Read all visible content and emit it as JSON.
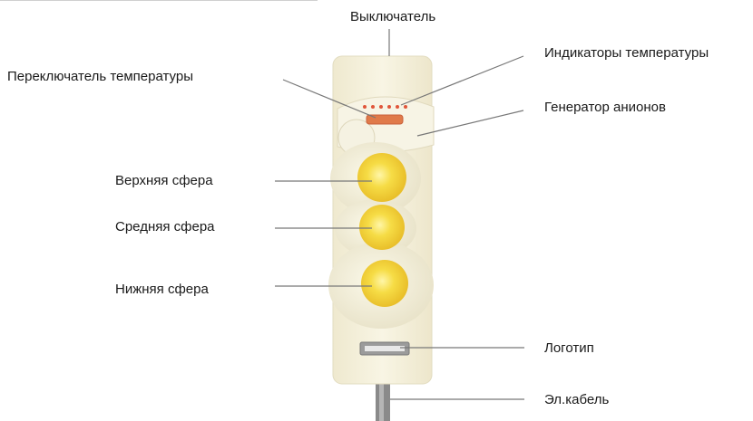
{
  "labels": {
    "switch": "Выключатель",
    "temp_indicators": "Индикаторы температуры",
    "temp_switch": "Переключатель температуры",
    "anion_generator": "Генератор анионов",
    "upper_sphere": "Верхняя сфера",
    "middle_sphere": "Средняя сфера",
    "lower_sphere": "Нижняя сфера",
    "logo": "Логотип",
    "cable": "Эл.кабель"
  },
  "colors": {
    "device_body": "#f4f0dc",
    "sphere_yellow": "#f3d43a",
    "indicator_red": "#e0553a",
    "switch_orange": "#e07a4a",
    "leader_line": "#777777"
  }
}
